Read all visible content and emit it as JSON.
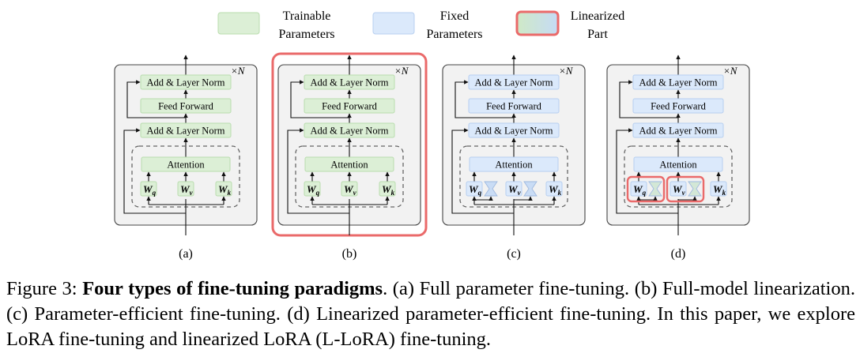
{
  "legend": {
    "trainable": {
      "line1": "Trainable",
      "line2": "Parameters"
    },
    "fixed": {
      "line1": "Fixed",
      "line2": "Parameters"
    },
    "linearized": {
      "line1": "Linearized",
      "line2": "Part"
    }
  },
  "block": {
    "repeat": "×N",
    "add_norm": "Add & Layer Norm",
    "feed_forward": "Feed Forward",
    "attention": "Attention",
    "wq": "W",
    "wq_sub": "q",
    "wv": "W",
    "wv_sub": "v",
    "wk": "W",
    "wk_sub": "k"
  },
  "panels": [
    {
      "label": "(a)"
    },
    {
      "label": "(b)"
    },
    {
      "label": "(c)"
    },
    {
      "label": "(d)"
    }
  ],
  "caption": {
    "prefix": "Figure 3: ",
    "bold": "Four types of fine-tuning paradigms",
    "rest": ". (a) Full parameter fine-tuning. (b) Full-model linearization. (c) Parameter-efficient fine-tuning. (d) Linearized parameter-efficient fine-tuning. In this paper, we explore LoRA fine-tuning and linearized LoRA (L-LoRA) fine-tuning."
  },
  "colors": {
    "trainable_fill": "#dcefd6",
    "trainable_stroke": "#b9dcae",
    "fixed_fill": "#dbe9fb",
    "fixed_stroke": "#b7cff0",
    "linear_border": "#ea6a6a",
    "block_bg": "#f2f2f2",
    "block_stroke": "#444444"
  }
}
